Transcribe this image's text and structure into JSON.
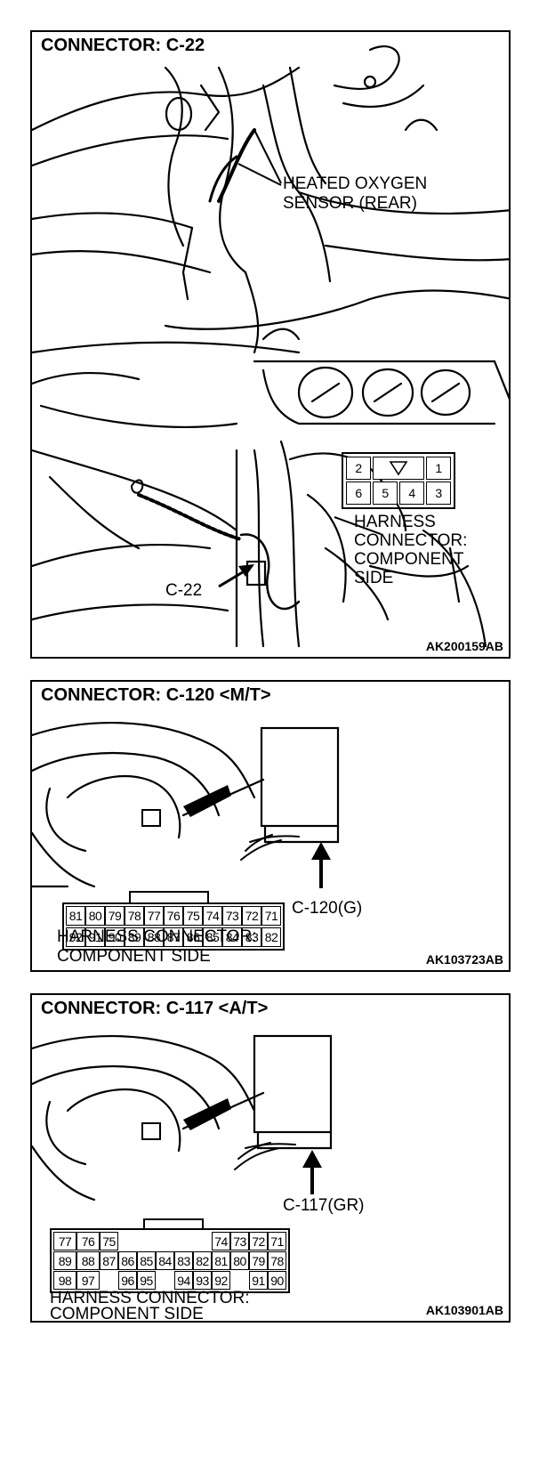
{
  "panels": [
    {
      "title": "CONNECTOR: C-22",
      "labels": [
        "HEATED OXYGEN",
        "SENSOR (REAR)",
        "HARNESS",
        "CONNECTOR:",
        "COMPONENT",
        "SIDE",
        "C-22"
      ],
      "code": "AK200159AB",
      "pins": [
        "2",
        "",
        "1",
        "6",
        "5",
        "4",
        "3"
      ]
    },
    {
      "title": "CONNECTOR: C-120 <M/T>",
      "callout": "C-120(G)",
      "labels": [
        "HARNESS CONNECTOR:",
        "COMPONENT SIDE"
      ],
      "code": "AK103723AB",
      "pins_row1": [
        "81",
        "80",
        "79",
        "78",
        "77",
        "76",
        "75",
        "74",
        "73",
        "72",
        "71"
      ],
      "pins_row2": [
        "92",
        "91",
        "90",
        "89",
        "88",
        "87",
        "86",
        "85",
        "84",
        "83",
        "82"
      ]
    },
    {
      "title": "CONNECTOR: C-117 <A/T>",
      "callout": "C-117(GR)",
      "labels": [
        "HARNESS CONNECTOR:",
        "COMPONENT SIDE"
      ],
      "code": "AK103901AB",
      "pins_row1": [
        "77",
        "76",
        "75",
        "",
        "",
        "",
        "",
        "",
        "74",
        "73",
        "72",
        "71"
      ],
      "pins_row2": [
        "89",
        "88",
        "87",
        "86",
        "85",
        "84",
        "83",
        "82",
        "81",
        "80",
        "79",
        "78"
      ],
      "pins_row3": [
        "98",
        "97",
        "",
        "96",
        "95",
        "",
        "94",
        "93",
        "92",
        "",
        "91",
        "90"
      ]
    }
  ]
}
